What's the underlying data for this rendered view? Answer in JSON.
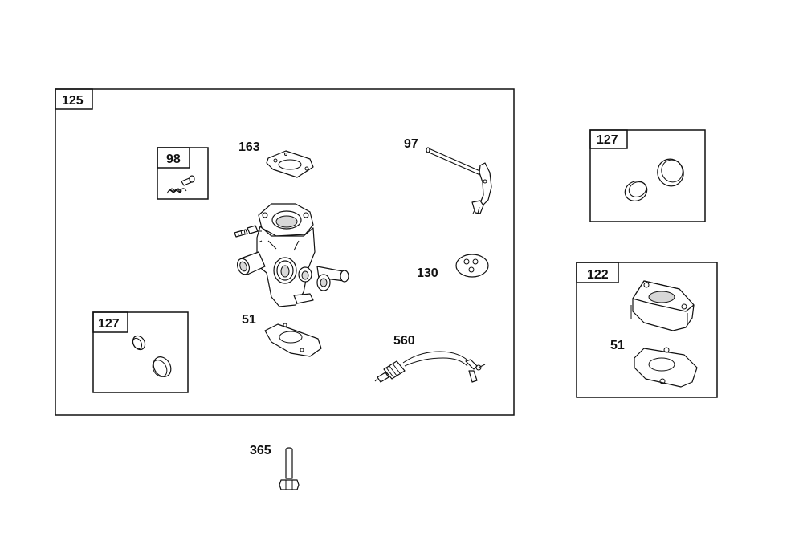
{
  "groups": {
    "main_kit": "125",
    "screw_kit": "98",
    "plug_kit_left": "127",
    "plug_kit_right": "127",
    "spacer_kit": "122"
  },
  "callouts": {
    "gasket_top": "163",
    "throttle_shaft": "97",
    "diaphragm": "130",
    "gasket_lower": "51",
    "solenoid": "560",
    "bolt": "365",
    "gasket_spacer": "51"
  }
}
